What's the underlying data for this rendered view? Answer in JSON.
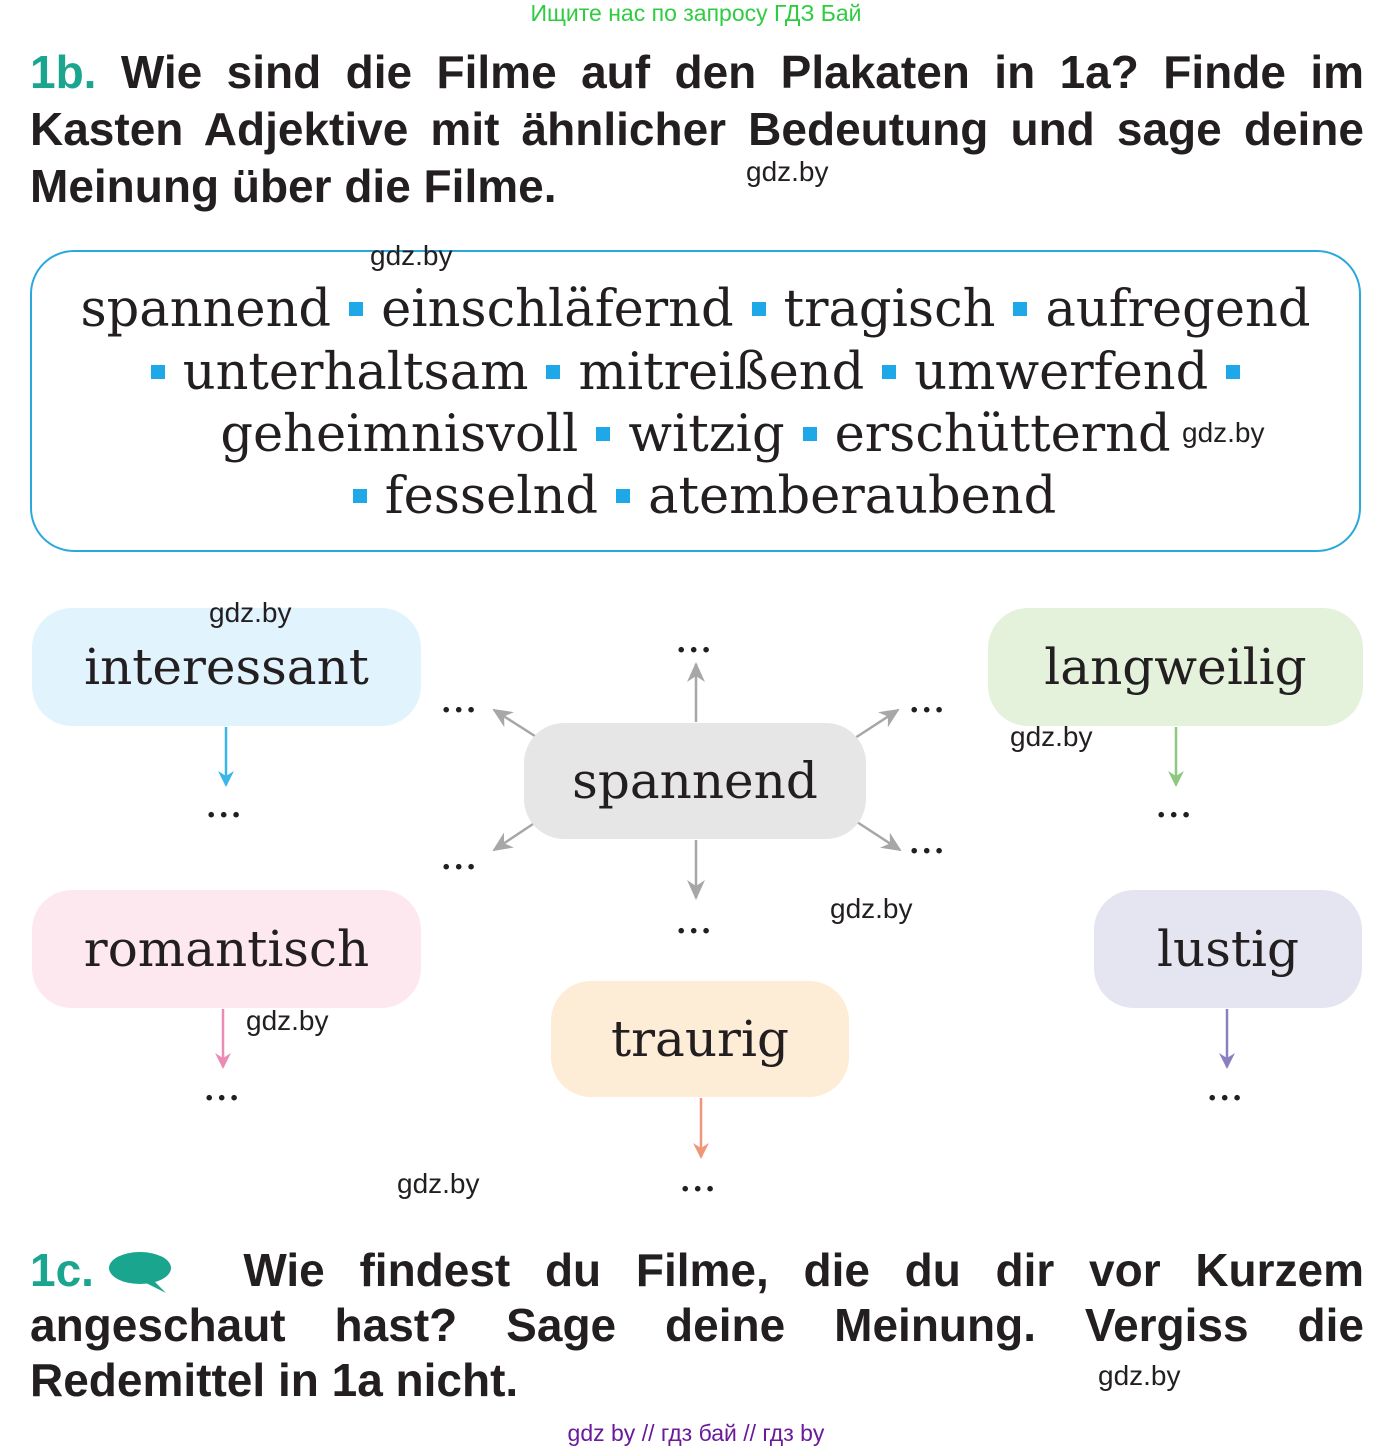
{
  "banner": "Ищите нас по запросу ГДЗ Бай",
  "task_1b": {
    "number": "1b.",
    "text": "Wie sind die Filme auf den Plakaten in 1a? Finde im Kasten Adjektive mit ähnlicher Bedeutung und sage deine Meinung über die Filme."
  },
  "word_box": {
    "lines": [
      [
        "spannend",
        "einschläfernd",
        "tragisch",
        "aufregend"
      ],
      [
        "unterhaltsam",
        "mitreißend",
        "umwerfend"
      ],
      [
        "geheimnisvoll",
        "witzig",
        "erschütternd"
      ],
      [
        "fesselnd",
        "atemberaubend"
      ]
    ]
  },
  "diagram": {
    "center": "spannend",
    "bubbles": {
      "interessant": "interessant",
      "langweilig": "langweilig",
      "romantisch": "romantisch",
      "traurig": "traurig",
      "lustig": "lustig"
    },
    "placeholder": "...",
    "colors": {
      "interessant": "#e1f3fc",
      "langweilig": "#e4f2dc",
      "romantisch": "#fde8ef",
      "traurig": "#fdecd6",
      "lustig": "#e5e5f1",
      "center": "#e6e6e6"
    }
  },
  "task_1c": {
    "number": "1c.",
    "text": "Wie findest du Filme, die du dir vor Kurzem angeschaut hast? Sage deine Meinung. Vergiss die Redemittel in 1a nicht.",
    "icon": "speech-bubble-icon"
  },
  "watermark": "gdz.by",
  "footer": "gdz by  //  гдз бай  //  гдз by"
}
